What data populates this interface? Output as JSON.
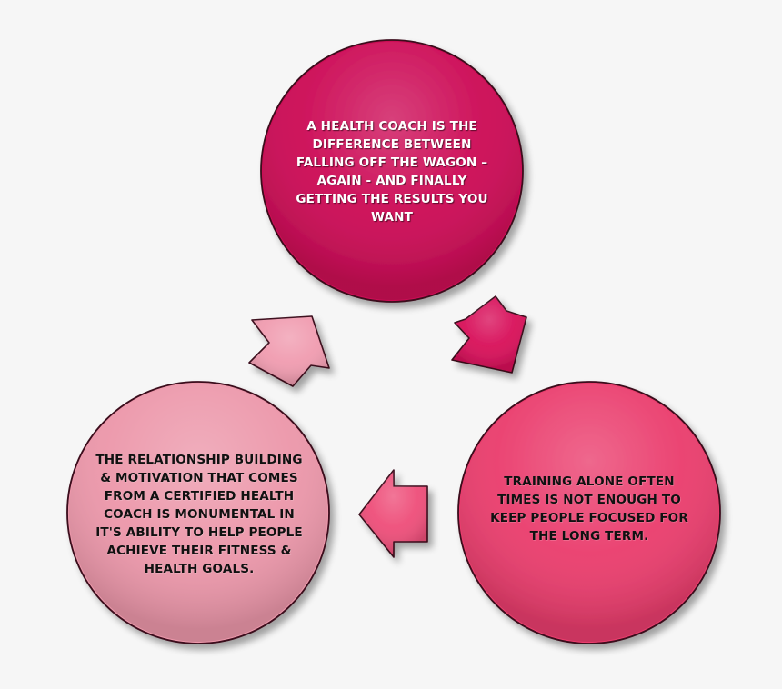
{
  "diagram": {
    "nodes": [
      {
        "id": "top",
        "text": "A HEALTH COACH IS THE DIFFERENCE BETWEEN FALLING OFF THE WAGON – AGAIN - AND FINALLY GETTING THE RESULTS YOU WANT",
        "fill": "#cc0a55"
      },
      {
        "id": "right",
        "text": "TRAINING ALONE OFTEN TIMES IS NOT ENOUGH TO KEEP PEOPLE FOCUSED FOR THE LONG TERM.",
        "fill": "#ea3d6d"
      },
      {
        "id": "left",
        "text": "THE RELATIONSHIP BUILDING & MOTIVATION THAT COMES FROM A CERTIFIED HEALTH COACH IS MONUMENTAL IN IT'S ABILITY TO HELP PEOPLE ACHIEVE THEIR FITNESS & HEALTH GOALS.",
        "fill": "#ec97aa"
      }
    ],
    "arrows": [
      {
        "from": "top",
        "to": "right",
        "fill": "#d8105a"
      },
      {
        "from": "right",
        "to": "left",
        "fill": "#ee4f7a"
      },
      {
        "from": "left",
        "to": "top",
        "fill": "#f09cb0"
      }
    ]
  }
}
